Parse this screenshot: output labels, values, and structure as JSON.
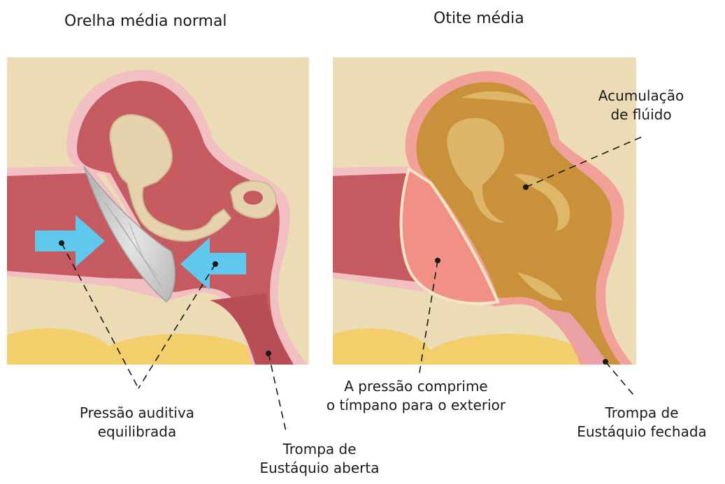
{
  "panels": {
    "left": {
      "title": "Orelha média normal",
      "labels": {
        "pressure": [
          "Pressão auditiva",
          "equilibrada"
        ],
        "tube": [
          "Trompa de",
          "Eustáquio aberta"
        ]
      }
    },
    "right": {
      "title": "Otite média",
      "labels": {
        "fluid": [
          "Acumulação",
          "de flúido"
        ],
        "eardrum": [
          "A pressão comprime",
          "o tímpano para o exterior"
        ],
        "tube": [
          "Trompa de",
          "Eustáquio fechada"
        ]
      }
    }
  },
  "colors": {
    "background_tissue": "#ecdcb6",
    "tissue_red": "#c55a60",
    "tissue_pink": "#e79aa0",
    "bone": "#e6d3ae",
    "eardrum_normal": "#c9c9c9",
    "eardrum_bulging": "#f19186",
    "fluid": "#c9923a",
    "arrows": "#5fc8ec",
    "fat_yellow": "#f2cf6a"
  }
}
